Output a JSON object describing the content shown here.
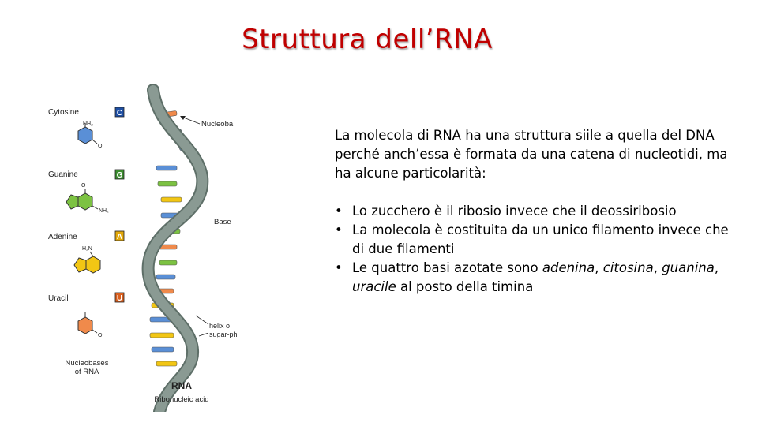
{
  "slide": {
    "title": "Struttura dell’RNA",
    "intro": "La molecola di RNA ha una struttura siile a quella del DNA perché anch’essa è formata da una catena di nucleotidi, ma ha alcune particolarità:",
    "bullets": {
      "b1": "Lo zucchero è il ribosio invece che il deossiribosio",
      "b2": "La molecola è costituita da un unico filamento invece che di due filamenti",
      "b3": {
        "prefix": "Le quattro basi azotate sono ",
        "adenina": "adenina",
        "sep1": ", ",
        "citosina": "citosina",
        "sep2": ", ",
        "guanina": "guanina",
        "sep3": ", ",
        "uracile": "uracile",
        "suffix": " al posto della timina"
      }
    }
  },
  "figure": {
    "bases": {
      "cytosine": {
        "name": "Cytosine",
        "letter": "C",
        "group": "NH₂",
        "oxygen": "O"
      },
      "guanine": {
        "name": "Guanine",
        "letter": "G",
        "group": "NH₂",
        "oxygen": "O"
      },
      "adenine": {
        "name": "Adenine",
        "letter": "A",
        "group": "H₂N"
      },
      "uracil": {
        "name": "Uracil",
        "letter": "U",
        "oxygen": "O"
      }
    },
    "caption_line1": "Nucleobases",
    "caption_line2": "of RNA",
    "label_nucleobase": "Nucleoba",
    "label_base": "Base",
    "label_helix_1": "helix o",
    "label_helix_2": "sugar-phosp",
    "rna_title": "RNA",
    "rna_subtitle": "Ribonucleic acid",
    "colors": {
      "cytosine": "#5a8fd6",
      "guanine": "#7cc242",
      "adenine": "#f2c614",
      "uracil": "#f08a4b",
      "backbone": "#7c8c86",
      "c_box": "#1e4fa3",
      "g_box": "#3b8c2e",
      "a_box": "#e2a80b",
      "u_box": "#d9601f",
      "title": "#c00000"
    }
  }
}
